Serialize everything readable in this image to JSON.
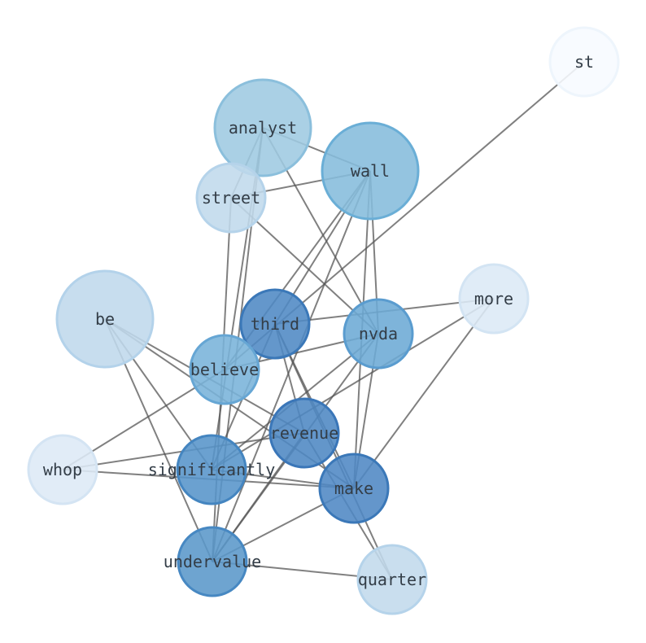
{
  "nodes": [
    {
      "id": "st",
      "label": "st",
      "fill": "#f7fbff",
      "stroke": "#eef5fc"
    },
    {
      "id": "analyst",
      "label": "analyst",
      "fill": "#9ecae1",
      "stroke": "#8bbfdc"
    },
    {
      "id": "wall",
      "label": "wall",
      "fill": "#85bcdc",
      "stroke": "#6aaed6"
    },
    {
      "id": "street",
      "label": "street",
      "fill": "#c0d9ec",
      "stroke": "#b5d3ea"
    },
    {
      "id": "more",
      "label": "more",
      "fill": "#dce9f6",
      "stroke": "#d3e4f3"
    },
    {
      "id": "be",
      "label": "be",
      "fill": "#bfd8ec",
      "stroke": "#b3d2ea"
    },
    {
      "id": "third",
      "label": "third",
      "fill": "#4f89c4",
      "stroke": "#3b78b8"
    },
    {
      "id": "nvda",
      "label": "nvda",
      "fill": "#6caad5",
      "stroke": "#5a9ccf"
    },
    {
      "id": "believe",
      "label": "believe",
      "fill": "#79b3da",
      "stroke": "#66a6d4"
    },
    {
      "id": "revenue",
      "label": "revenue",
      "fill": "#4d87c3",
      "stroke": "#3a76b8"
    },
    {
      "id": "whop",
      "label": "whop",
      "fill": "#dde9f6",
      "stroke": "#d4e4f3"
    },
    {
      "id": "significantly",
      "label": "significantly",
      "fill": "#5694c9",
      "stroke": "#4485c0"
    },
    {
      "id": "make",
      "label": "make",
      "fill": "#4e88c4",
      "stroke": "#3b78b8"
    },
    {
      "id": "undervalue",
      "label": "undervalue",
      "fill": "#5a97ca",
      "stroke": "#4788c2"
    },
    {
      "id": "quarter",
      "label": "quarter",
      "fill": "#c1d9ec",
      "stroke": "#b5d3ea"
    }
  ],
  "edges": [
    [
      "st",
      "believe"
    ],
    [
      "analyst",
      "wall"
    ],
    [
      "analyst",
      "street"
    ],
    [
      "analyst",
      "nvda"
    ],
    [
      "analyst",
      "significantly"
    ],
    [
      "analyst",
      "undervalue"
    ],
    [
      "wall",
      "street"
    ],
    [
      "wall",
      "third"
    ],
    [
      "wall",
      "nvda"
    ],
    [
      "wall",
      "believe"
    ],
    [
      "wall",
      "make"
    ],
    [
      "wall",
      "undervalue"
    ],
    [
      "street",
      "nvda"
    ],
    [
      "street",
      "undervalue"
    ],
    [
      "third",
      "more"
    ],
    [
      "third",
      "significantly"
    ],
    [
      "third",
      "make"
    ],
    [
      "third",
      "quarter"
    ],
    [
      "third",
      "revenue"
    ],
    [
      "nvda",
      "believe"
    ],
    [
      "nvda",
      "significantly"
    ],
    [
      "nvda",
      "make"
    ],
    [
      "nvda",
      "undervalue"
    ],
    [
      "be",
      "significantly"
    ],
    [
      "be",
      "make"
    ],
    [
      "be",
      "revenue"
    ],
    [
      "be",
      "undervalue"
    ],
    [
      "more",
      "make"
    ],
    [
      "more",
      "significantly"
    ],
    [
      "believe",
      "whop"
    ],
    [
      "whop",
      "make"
    ],
    [
      "whop",
      "revenue"
    ],
    [
      "revenue",
      "undervalue"
    ],
    [
      "revenue",
      "quarter"
    ],
    [
      "significantly",
      "make"
    ],
    [
      "undervalue",
      "make"
    ],
    [
      "undervalue",
      "quarter"
    ]
  ]
}
